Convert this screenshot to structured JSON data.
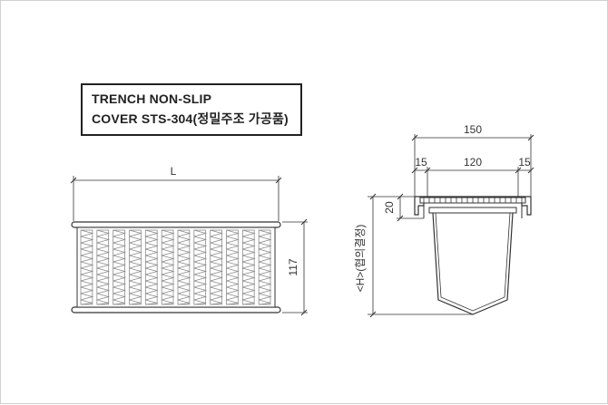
{
  "title": {
    "line1": "TRENCH NON-SLIP",
    "line2": "COVER STS-304(정밀주조 가공품)"
  },
  "front_view": {
    "length_label": "L",
    "height_label": "117"
  },
  "section_view": {
    "total_width": "150",
    "left_flange": "15",
    "inner_width": "120",
    "right_flange": "15",
    "cover_thickness": "20",
    "depth_label": "<H>(협의결정)"
  },
  "colors": {
    "line": "#333333",
    "pattern": "#8a8a8a",
    "frame": "#cfcfcf"
  }
}
